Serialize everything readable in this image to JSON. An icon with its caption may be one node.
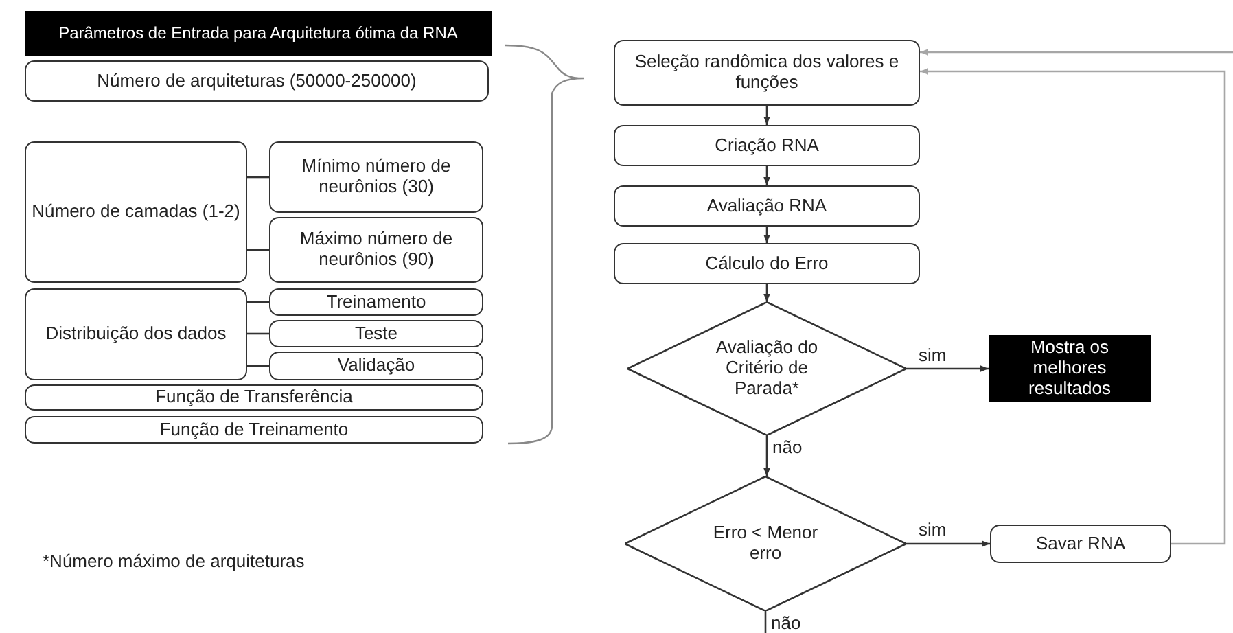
{
  "diagram": {
    "nodes": [
      {
        "text": [
          "Parâmetros de Entrada para Arquitetura ótima da RNA"
        ]
      },
      {
        "text": [
          "Número de arquiteturas (50000-250000)"
        ]
      },
      {
        "text": [
          "Número de camadas (1-2)"
        ]
      },
      {
        "text": [
          "Mínimo número de neurônios (30)"
        ]
      },
      {
        "text": [
          "Máximo número de neurônios (90)"
        ]
      },
      {
        "text": [
          "Distribuição dos dados"
        ]
      },
      {
        "text": [
          "Treinamento"
        ]
      },
      {
        "text": [
          "Teste"
        ]
      },
      {
        "text": [
          "Validação"
        ]
      },
      {
        "text": [
          "Função de Transferência"
        ]
      },
      {
        "text": [
          "Função de Treinamento"
        ]
      },
      {
        "text": [
          "Seleção randômica dos valores e funções"
        ]
      },
      {
        "text": [
          "Criação RNA"
        ]
      },
      {
        "text": [
          "Avaliação RNA"
        ]
      },
      {
        "text": [
          "Cálculo do Erro"
        ]
      },
      {
        "text": [
          "Avaliação do Critério de Parada*"
        ]
      },
      {
        "text": [
          "Mostra os melhores resultados"
        ]
      },
      {
        "text": [
          "Erro < Menor erro"
        ]
      },
      {
        "text": [
          "Savar RNA"
        ]
      }
    ],
    "edges": [
      {
        "from": 2,
        "to": 3,
        "arrow": "none"
      },
      {
        "from": 2,
        "to": 4,
        "arrow": "none"
      },
      {
        "from": 5,
        "to": 6,
        "arrow": "none"
      },
      {
        "from": 5,
        "to": 7,
        "arrow": "none"
      },
      {
        "from": 5,
        "to": 8,
        "arrow": "none"
      },
      {
        "from": 11,
        "to": 12,
        "arrow": "to"
      },
      {
        "from": 12,
        "to": 13,
        "arrow": "to"
      },
      {
        "from": 13,
        "to": 14,
        "arrow": "to"
      },
      {
        "from": 14,
        "to": 15,
        "arrow": "to"
      },
      {
        "from": 15,
        "to": 16,
        "arrow": "to",
        "label": "sim"
      },
      {
        "from": 15,
        "to": 17,
        "arrow": "to",
        "label": "não"
      },
      {
        "from": 17,
        "to": 18,
        "arrow": "to",
        "label": "sim"
      },
      {
        "from": 18,
        "to": 11,
        "arrow": "to",
        "color": "#a6a6a6"
      },
      {
        "from": null,
        "to": 11,
        "arrow": "to",
        "color": "#a6a6a6"
      },
      {
        "from": 17,
        "to": null,
        "arrow": "none",
        "label": "não"
      }
    ],
    "labels": [
      "*Número máximo de arquiteturas"
    ]
  }
}
